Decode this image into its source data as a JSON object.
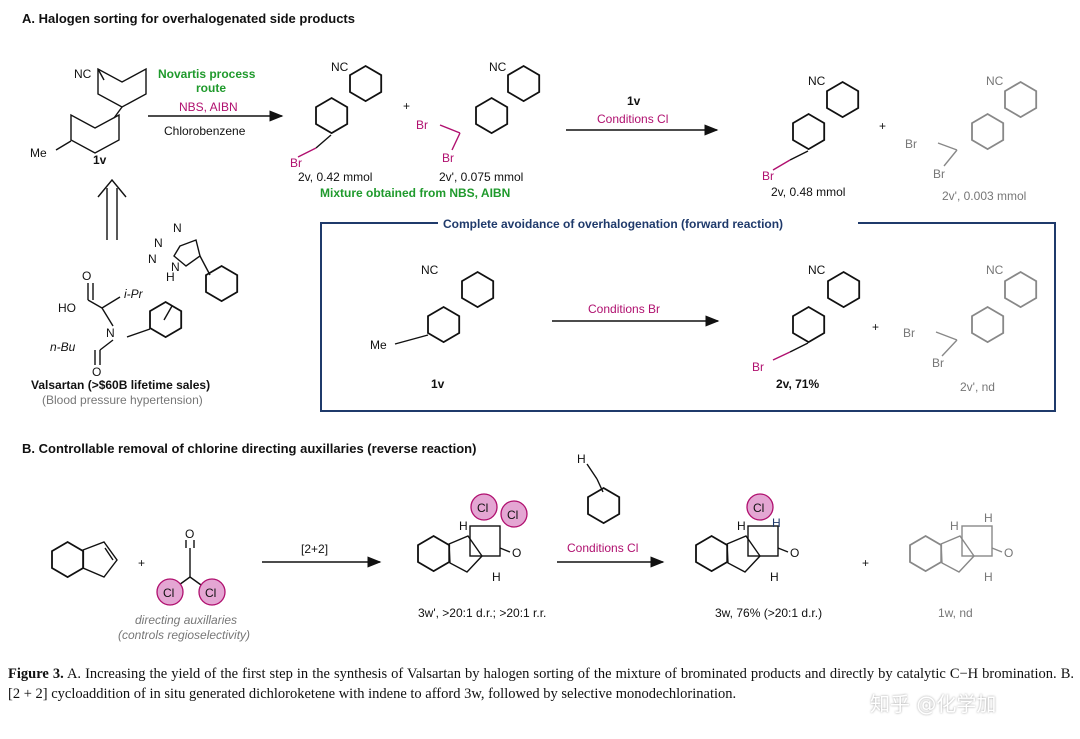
{
  "sectionA": {
    "title": "A. Halogen sorting for overhalogenated side products",
    "novartis_label": "Novartis process",
    "novartis_label2": "route",
    "reagent1": "NBS, AIBN",
    "solvent1": "Chlorobenzene",
    "compound_1v": "1v",
    "product_2v_amount": "2v, 0.42 mmol",
    "product_2vp_amount": "2v', 0.075 mmol",
    "mixture_label": "Mixture obtained from NBS, AIBN",
    "arrow2_top": "1v",
    "arrow2_bottom": "Conditions Cl",
    "result_2v": "2v, 0.48 mmol",
    "result_2vp": "2v', 0.003 mmol",
    "box_title": "Complete avoidance of overhalogenation  (forward reaction)",
    "box_1v": "1v",
    "box_conditions": "Conditions Br",
    "box_2v": "2v, 71%",
    "box_2vp": "2v', nd",
    "valsartan_name": "Valsartan (>$60B lifetime sales)",
    "valsartan_desc": "(Blood pressure hypertension)"
  },
  "sectionB": {
    "title": "B. Controllable removal of chlorine directing auxillaries (reverse reaction)",
    "arrow1": "[2+2]",
    "aux_line1": "directing auxillaries",
    "aux_line2": "(controls regioselectivity)",
    "label_3wp": "3w', >20:1 d.r.; >20:1 r.r.",
    "conditions": "Conditions Cl",
    "label_3w": "3w, 76% (>20:1 d.r.)",
    "label_1w": "1w, nd"
  },
  "atoms": {
    "nc": "NC",
    "br": "Br",
    "me": "Me",
    "cl": "Cl",
    "h": "H",
    "o": "O",
    "ho": "HO",
    "nbu": "n-Bu",
    "ipr": "i-Pr",
    "n": "N",
    "nh": "N",
    "plus": "+"
  },
  "caption": {
    "label": "Figure 3.",
    "text": " A. Increasing the yield of the first step in the synthesis of Valsartan by halogen sorting of the mixture of brominated products and directly by catalytic C−H bromination. B. [2 + 2] cycloaddition of in situ generated dichloroketene with indene to afford 3w, followed by selective monodechlorination."
  },
  "watermark": "知乎 @化学加",
  "colors": {
    "magenta": "#b0106f",
    "green": "#1f9a2c",
    "navy": "#1f3a6b",
    "cl_fill": "#e4a6d3",
    "gray": "#777777"
  }
}
